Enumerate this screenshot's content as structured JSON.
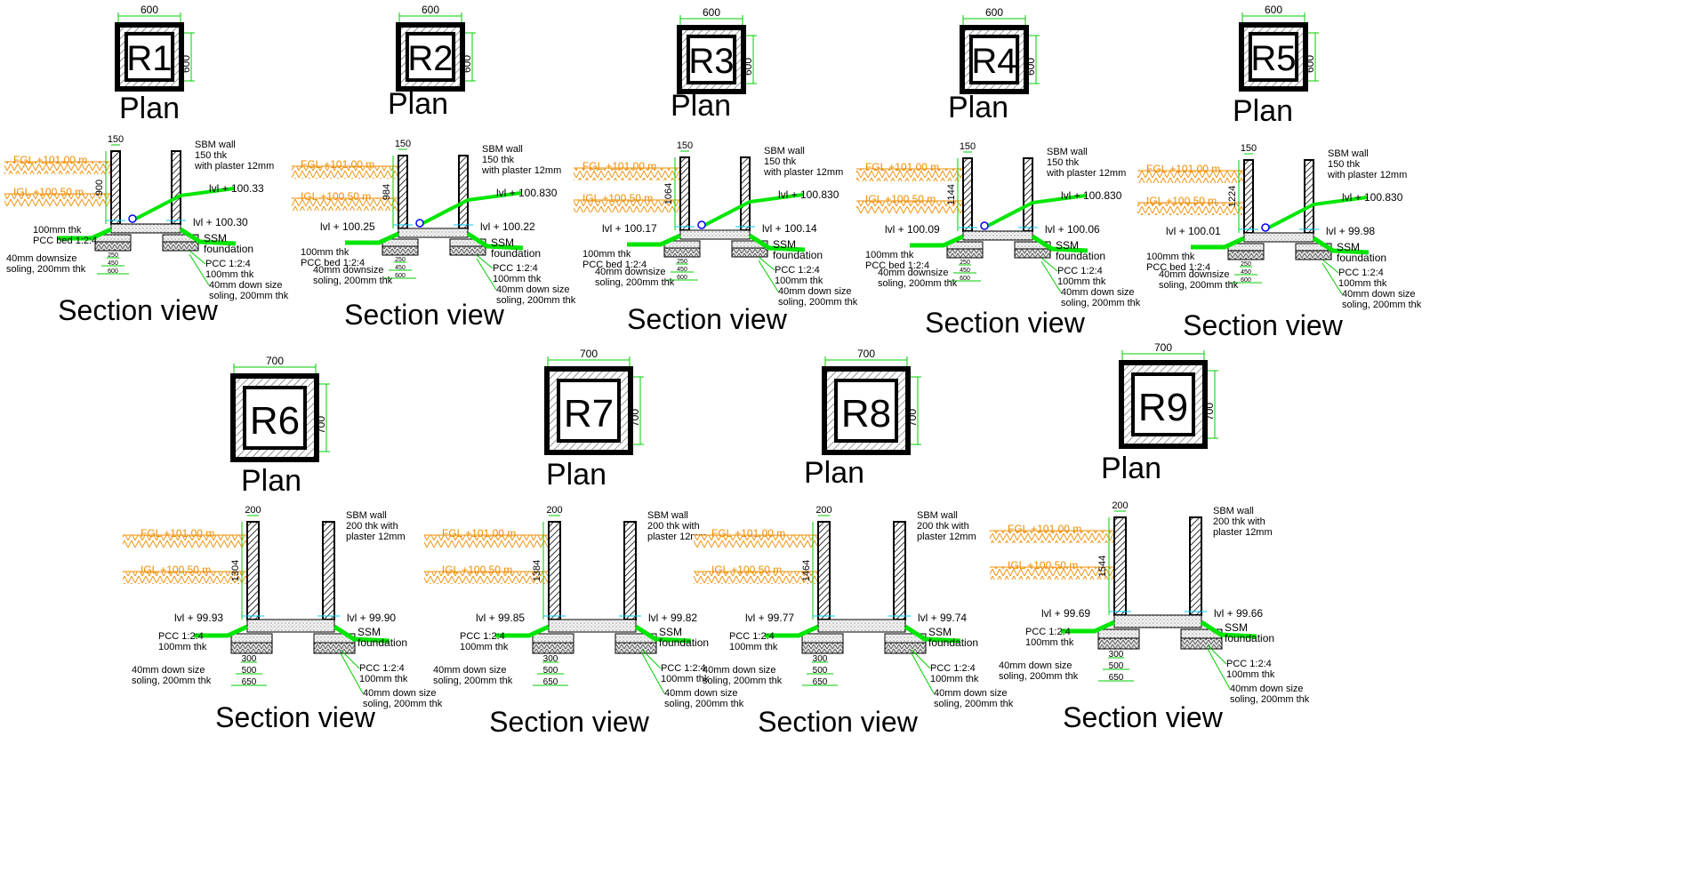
{
  "common": {
    "plan_label": "Plan",
    "section_label": "Section view",
    "sbm_wall_lines_top": [
      "SBM wall",
      "150 thk",
      "with plaster 12mm"
    ],
    "sbm_wall_lines_bottom": [
      "SBM wall",
      "200 thk with",
      "plaster 12mm"
    ],
    "fgl": "FGL +101.00 m",
    "igl": "IGL +100.50 m",
    "ssm_lines": [
      "SSM",
      "foundation"
    ],
    "pcc_lines": [
      "PCC 1:2:4",
      "100mm thk"
    ],
    "soling_lines": [
      "40mm down size",
      "soling, 200mm thk"
    ],
    "soling_left_lines": [
      "40mm downsize",
      "soling, 200mm thk"
    ],
    "pcc_bed_lines": [
      "100mm thk",
      "PCC bed 1:2:4"
    ]
  },
  "colors": {
    "green_dim": "#00cc00",
    "green_pipe": "#00e600",
    "orange": "#f08c00",
    "cyan": "#00c8ff",
    "blue": "#0000ff",
    "black": "#000000"
  },
  "chambers": [
    {
      "id": "R1",
      "plan_dim": "600",
      "plan_dim_v": "600",
      "wall_thk": "150",
      "depth": "900",
      "inlet_lvl": "lvl + 100.33",
      "left_lvl": "",
      "right_lvl": "lvl + 100.30",
      "base_dims": [
        "250",
        "450",
        "600"
      ]
    },
    {
      "id": "R2",
      "plan_dim": "600",
      "plan_dim_v": "600",
      "wall_thk": "150",
      "depth": "984",
      "inlet_lvl": "lvl + 100.830",
      "left_lvl": "lvl + 100.25",
      "right_lvl": "lvl + 100.22",
      "base_dims": [
        "250",
        "450",
        "600"
      ]
    },
    {
      "id": "R3",
      "plan_dim": "600",
      "plan_dim_v": "600",
      "wall_thk": "150",
      "depth": "1064",
      "inlet_lvl": "lvl + 100.830",
      "left_lvl": "lvl + 100.17",
      "right_lvl": "lvl + 100.14",
      "base_dims": [
        "250",
        "450",
        "600"
      ]
    },
    {
      "id": "R4",
      "plan_dim": "600",
      "plan_dim_v": "600",
      "wall_thk": "150",
      "depth": "1144",
      "inlet_lvl": "lvl + 100.830",
      "left_lvl": "lvl + 100.09",
      "right_lvl": "lvl + 100.06",
      "base_dims": [
        "250",
        "450",
        "600"
      ]
    },
    {
      "id": "R5",
      "plan_dim": "600",
      "plan_dim_v": "600",
      "wall_thk": "150",
      "depth": "1224",
      "inlet_lvl": "lvl + 100.830",
      "left_lvl": "lvl + 100.01",
      "right_lvl": "lvl + 99.98",
      "base_dims": [
        "250",
        "450",
        "600"
      ]
    },
    {
      "id": "R6",
      "plan_dim": "700",
      "plan_dim_v": "700",
      "wall_thk": "200",
      "depth": "1304",
      "inlet_lvl": "",
      "left_lvl": "lvl + 99.93",
      "right_lvl": "lvl + 99.90",
      "base_dims": [
        "300",
        "500",
        "650"
      ]
    },
    {
      "id": "R7",
      "plan_dim": "700",
      "plan_dim_v": "700",
      "wall_thk": "200",
      "depth": "1384",
      "inlet_lvl": "",
      "left_lvl": "lvl + 99.85",
      "right_lvl": "lvl + 99.82",
      "base_dims": [
        "300",
        "500",
        "650"
      ]
    },
    {
      "id": "R8",
      "plan_dim": "700",
      "plan_dim_v": "700",
      "wall_thk": "200",
      "depth": "1464",
      "inlet_lvl": "",
      "left_lvl": "lvl + 99.77",
      "right_lvl": "lvl + 99.74",
      "base_dims": [
        "300",
        "500",
        "650"
      ]
    },
    {
      "id": "R9",
      "plan_dim": "700",
      "plan_dim_v": "700",
      "wall_thk": "200",
      "depth": "1544",
      "inlet_lvl": "",
      "left_lvl": "lvl + 99.69",
      "right_lvl": "lvl + 99.66",
      "base_dims": [
        "300",
        "500",
        "650"
      ]
    }
  ]
}
